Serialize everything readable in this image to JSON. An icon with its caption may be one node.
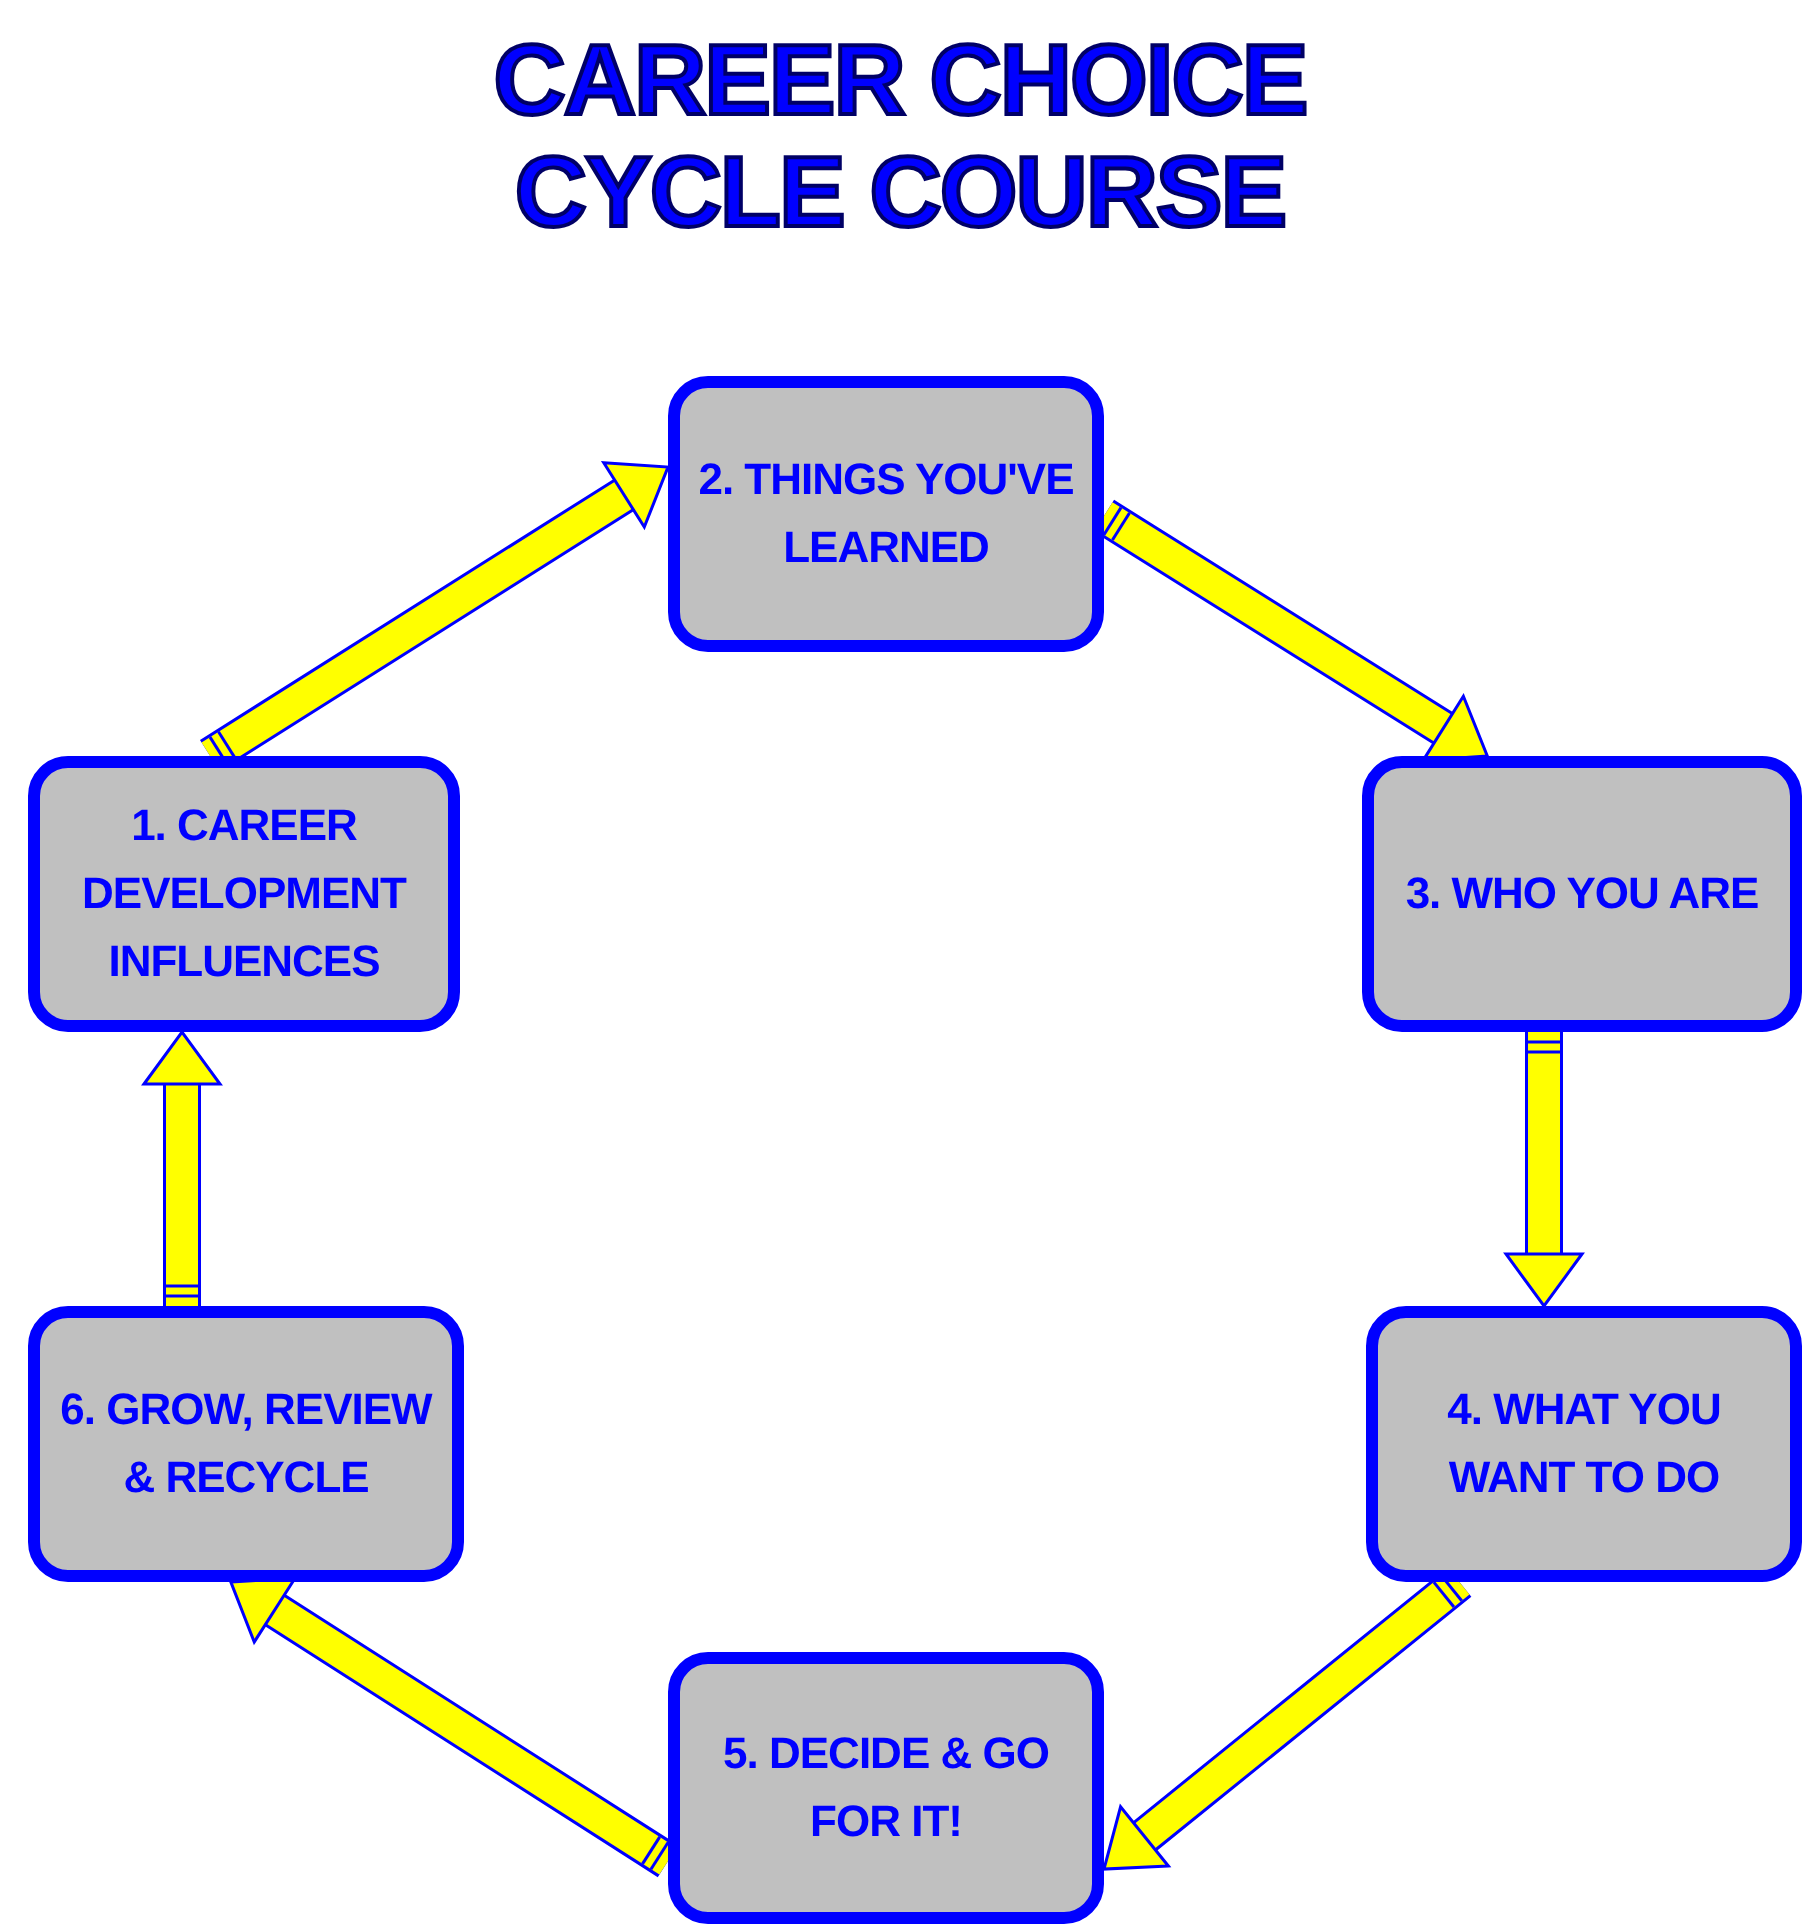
{
  "diagram": {
    "title": "CAREER CHOICE CYCLE COURSE",
    "nodes": [
      {
        "text": [
          "1. CAREER DEVELOPMENT INFLUENCES"
        ]
      },
      {
        "text": [
          "2. THINGS YOU'VE LEARNED"
        ]
      },
      {
        "text": [
          "3. WHO YOU ARE"
        ]
      },
      {
        "text": [
          "4. WHAT YOU WANT TO DO"
        ]
      },
      {
        "text": [
          "5. DECIDE & GO FOR IT!"
        ]
      },
      {
        "text": [
          "6. GROW, REVIEW & RECYCLE"
        ]
      }
    ],
    "edges": [
      {
        "from": 0,
        "to": 1,
        "arrow": "to"
      },
      {
        "from": 1,
        "to": 2,
        "arrow": "to"
      },
      {
        "from": 2,
        "to": 3,
        "arrow": "to"
      },
      {
        "from": 3,
        "to": 4,
        "arrow": "to"
      },
      {
        "from": 4,
        "to": 5,
        "arrow": "to"
      },
      {
        "from": 5,
        "to": 0,
        "arrow": "to"
      }
    ]
  }
}
